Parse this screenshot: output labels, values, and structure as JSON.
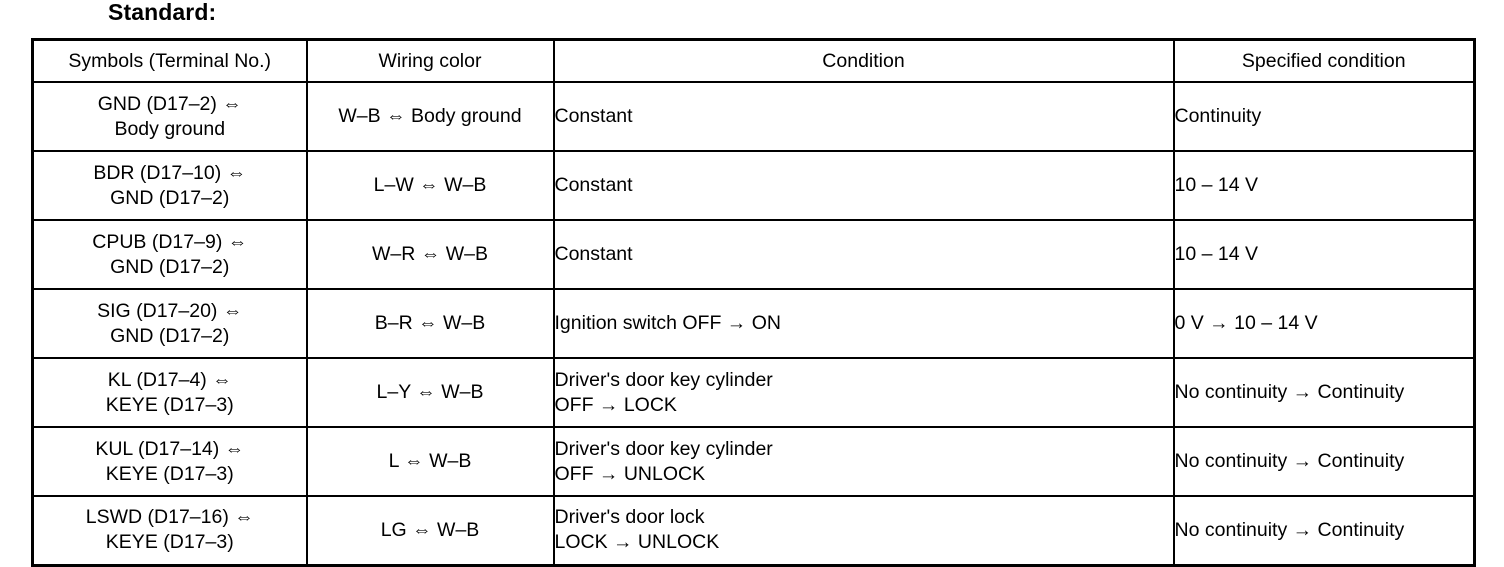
{
  "page": {
    "section_title": "Standard:",
    "text_color": "#000000",
    "background_color": "#ffffff",
    "border_color": "#000000"
  },
  "table": {
    "columns": [
      "Symbols (Terminal No.)",
      "Wiring color",
      "Condition",
      "Specified condition"
    ],
    "rows": [
      {
        "symbol_line1": "GND (D17–2) ⇔",
        "symbol_line2": "Body ground",
        "wiring_color": "W–B ⇔ Body ground",
        "condition_line1": "Constant",
        "condition_line2": "",
        "specified_condition": "Continuity"
      },
      {
        "symbol_line1": "BDR (D17–10) ⇔",
        "symbol_line2": "GND (D17–2)",
        "wiring_color": "L–W ⇔ W–B",
        "condition_line1": "Constant",
        "condition_line2": "",
        "specified_condition": "10 – 14 V"
      },
      {
        "symbol_line1": "CPUB (D17–9) ⇔",
        "symbol_line2": "GND (D17–2)",
        "wiring_color": "W–R ⇔ W–B",
        "condition_line1": "Constant",
        "condition_line2": "",
        "specified_condition": "10 – 14 V"
      },
      {
        "symbol_line1": "SIG (D17–20) ⇔",
        "symbol_line2": "GND (D17–2)",
        "wiring_color": "B–R ⇔ W–B",
        "condition_line1": "Ignition switch OFF → ON",
        "condition_line2": "",
        "specified_condition": "0 V → 10 – 14 V"
      },
      {
        "symbol_line1": "KL (D17–4) ⇔",
        "symbol_line2": "KEYE (D17–3)",
        "wiring_color": "L–Y ⇔ W–B",
        "condition_line1": "Driver's door key cylinder",
        "condition_line2": "OFF → LOCK",
        "specified_condition": "No continuity → Continuity"
      },
      {
        "symbol_line1": "KUL (D17–14) ⇔",
        "symbol_line2": "KEYE (D17–3)",
        "wiring_color": "L ⇔ W–B",
        "condition_line1": "Driver's door key cylinder",
        "condition_line2": "OFF → UNLOCK",
        "specified_condition": "No continuity → Continuity"
      },
      {
        "symbol_line1": "LSWD (D17–16) ⇔",
        "symbol_line2": "KEYE (D17–3)",
        "wiring_color": "LG ⇔ W–B",
        "condition_line1": "Driver's door lock",
        "condition_line2": "LOCK → UNLOCK",
        "specified_condition": "No continuity → Continuity"
      }
    ]
  }
}
